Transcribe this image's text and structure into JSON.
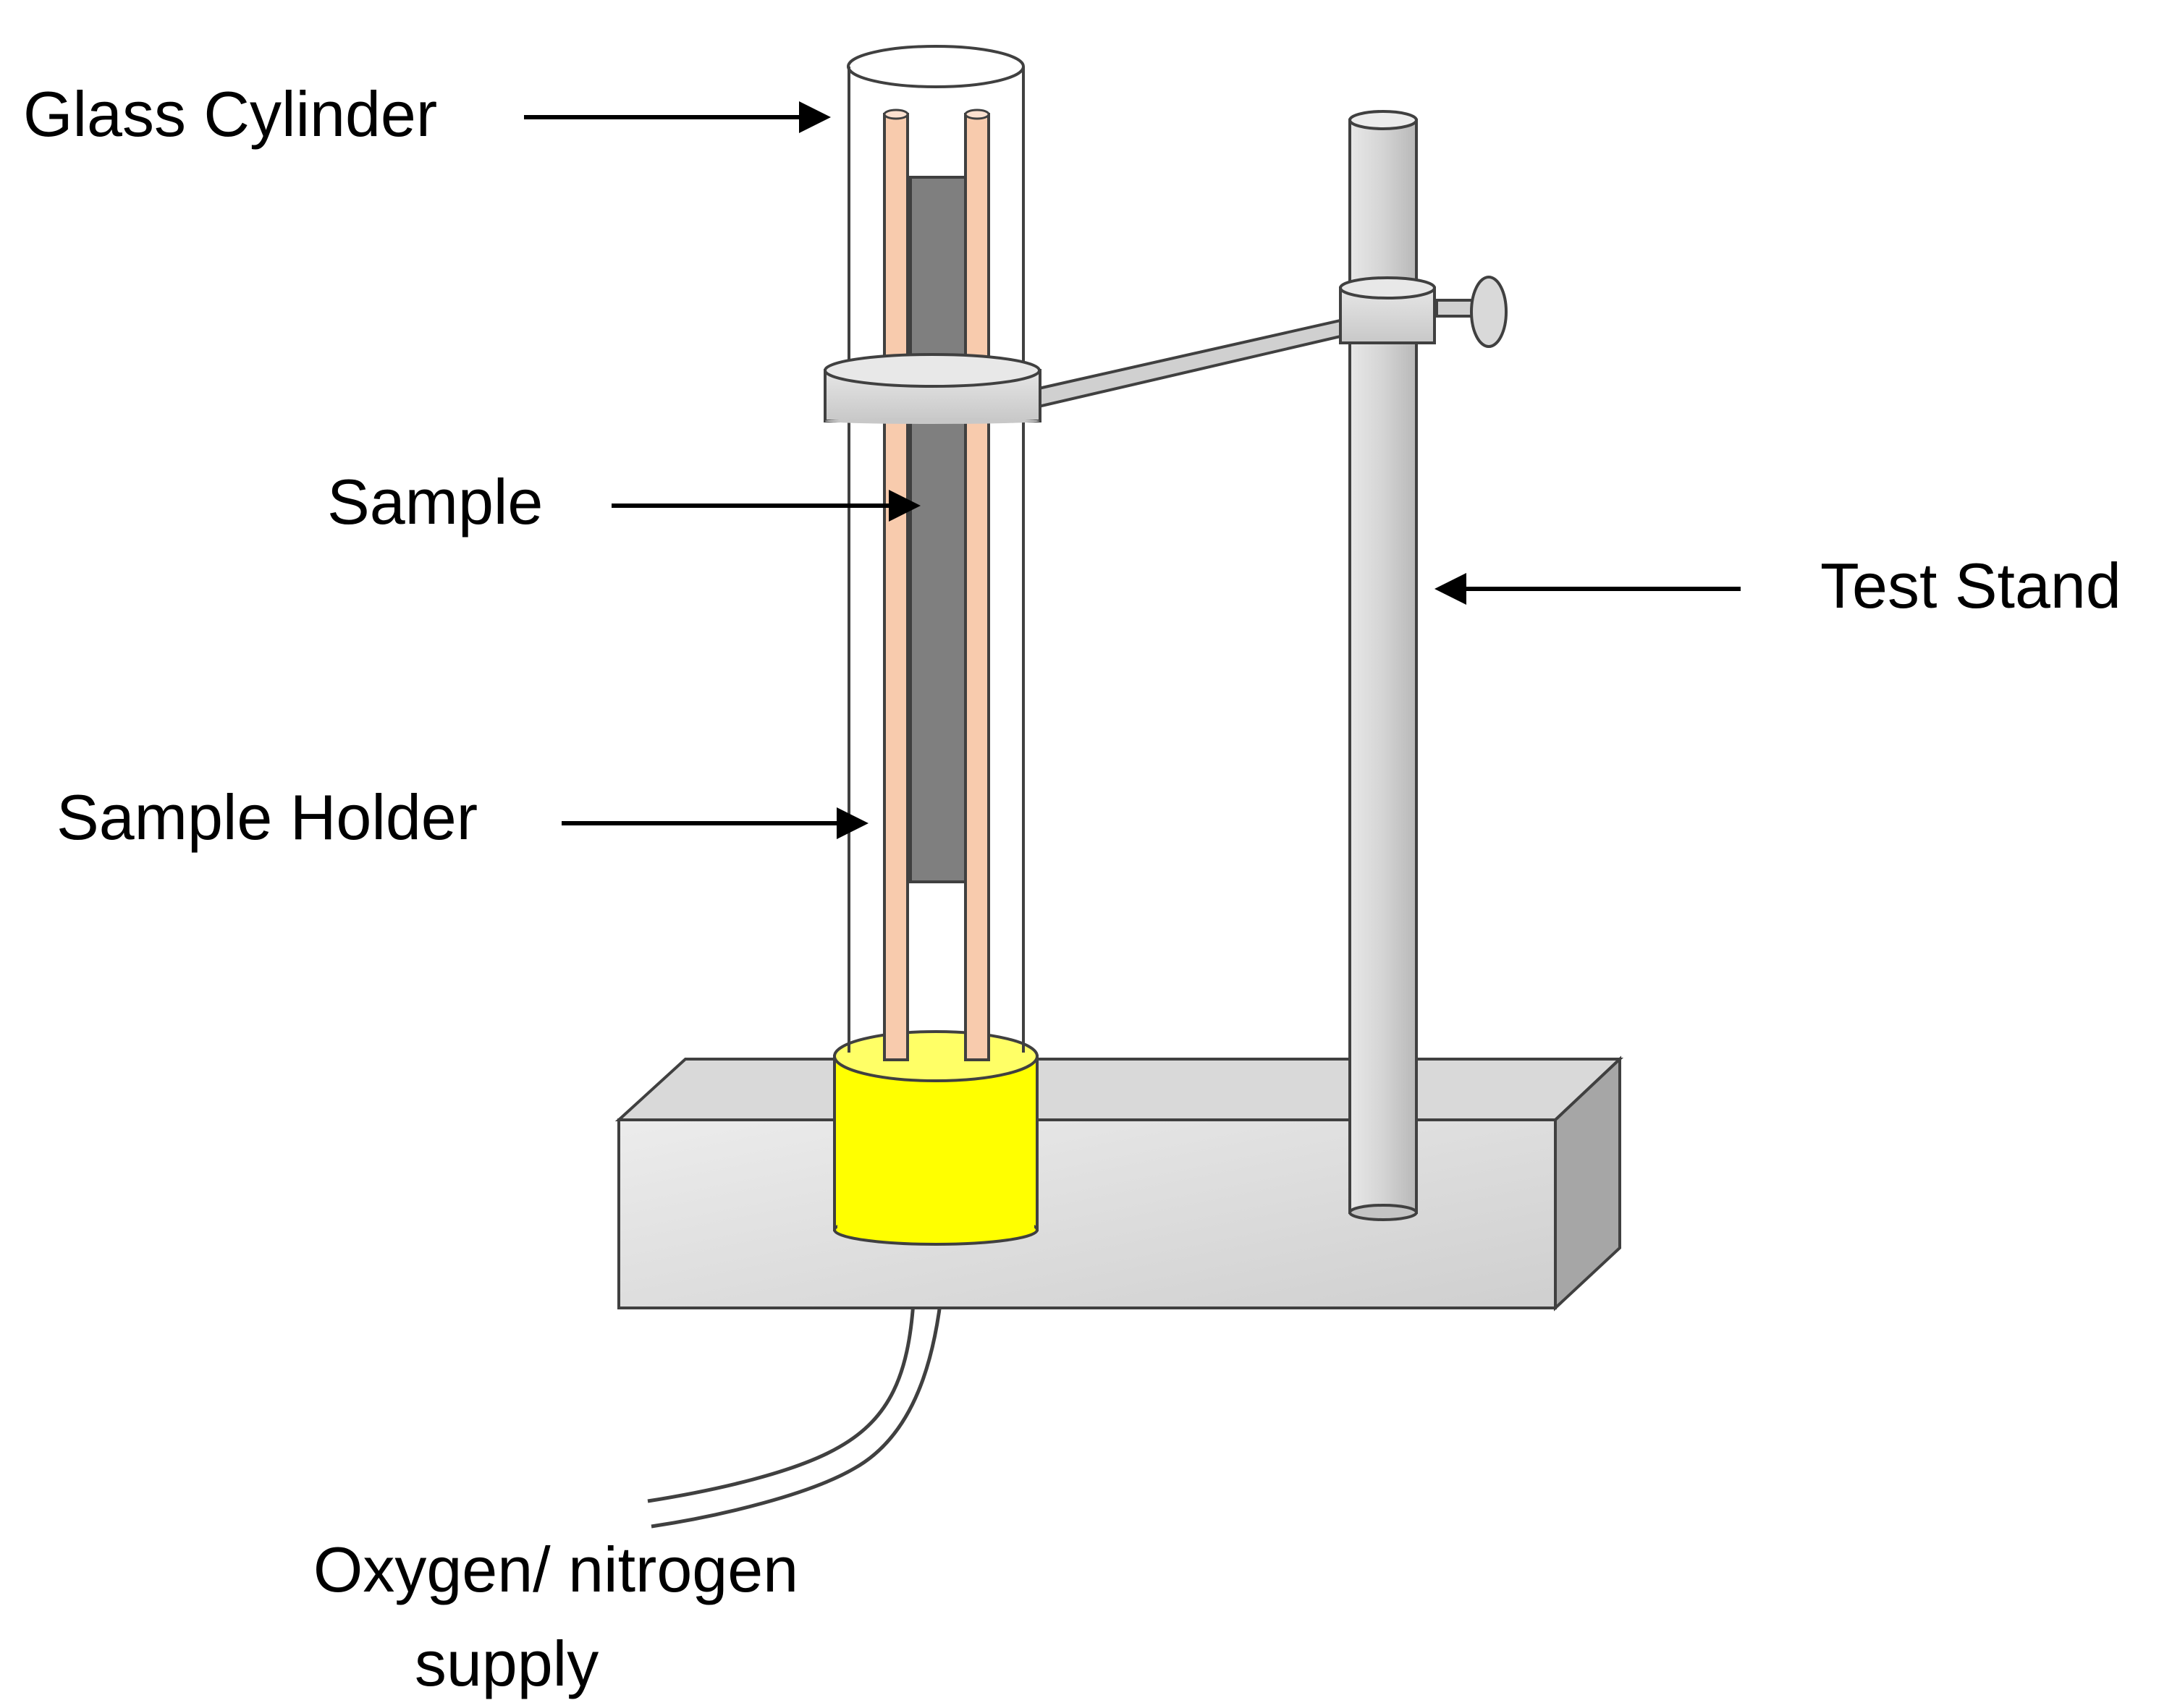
{
  "labels": {
    "glass_cylinder": "Glass Cylinder",
    "sample": "Sample",
    "test_stand": "Test Stand",
    "sample_holder": "Sample Holder",
    "gas_supply_line1": "Oxygen/ nitrogen",
    "gas_supply_line2": "supply"
  },
  "colors": {
    "sample_holder_rod": "#f8cbad",
    "sample": "#7f7f7f",
    "gas_inlet": "#ffff00",
    "stand": "#d9d9d9",
    "base_front": "#e6e6e6",
    "base_side": "#a6a6a6",
    "outline": "#404040"
  }
}
